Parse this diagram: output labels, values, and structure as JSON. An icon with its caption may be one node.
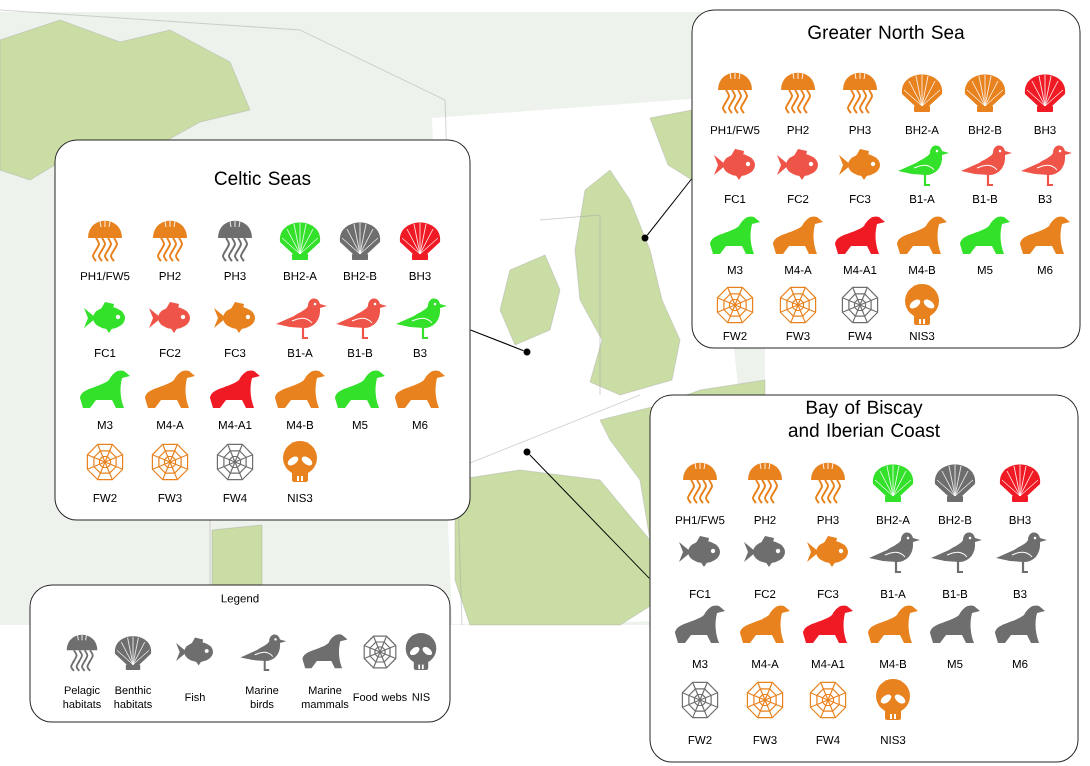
{
  "diagram": {
    "nodes": [
      {
        "text": [
          "Greater North Sea"
        ]
      },
      {
        "text": [
          "PH1/FW5"
        ],
        "in": 0
      },
      {
        "text": [
          "PH2"
        ],
        "in": 0
      },
      {
        "text": [
          "PH3"
        ],
        "in": 0
      },
      {
        "text": [
          "BH2-A"
        ],
        "in": 0
      },
      {
        "text": [
          "BH2-B"
        ],
        "in": 0
      },
      {
        "text": [
          "BH3"
        ],
        "in": 0
      },
      {
        "text": [
          "FC1"
        ],
        "in": 0
      },
      {
        "text": [
          "FC2"
        ],
        "in": 0
      },
      {
        "text": [
          "FC3"
        ],
        "in": 0
      },
      {
        "text": [
          "B1-A"
        ],
        "in": 0
      },
      {
        "text": [
          "B1-B"
        ],
        "in": 0
      },
      {
        "text": [
          "B3"
        ],
        "in": 0
      },
      {
        "text": [
          "M3"
        ],
        "in": 0
      },
      {
        "text": [
          "M4-A"
        ],
        "in": 0
      },
      {
        "text": [
          "M4-A1"
        ],
        "in": 0
      },
      {
        "text": [
          "M4-B"
        ],
        "in": 0
      },
      {
        "text": [
          "M5"
        ],
        "in": 0
      },
      {
        "text": [
          "M6"
        ],
        "in": 0
      },
      {
        "text": [
          "FW2"
        ],
        "in": 0
      },
      {
        "text": [
          "FW3"
        ],
        "in": 0
      },
      {
        "text": [
          "FW4"
        ],
        "in": 0
      },
      {
        "text": [
          "NIS3"
        ],
        "in": 0
      },
      {
        "text": [
          "Celtic Seas"
        ]
      },
      {
        "text": [
          "PH1/FW5"
        ],
        "in": 23
      },
      {
        "text": [
          "PH2"
        ],
        "in": 23
      },
      {
        "text": [
          "PH3"
        ],
        "in": 23
      },
      {
        "text": [
          "BH2-A"
        ],
        "in": 23
      },
      {
        "text": [
          "BH2-B"
        ],
        "in": 23
      },
      {
        "text": [
          "BH3"
        ],
        "in": 23
      },
      {
        "text": [
          "FC1"
        ],
        "in": 23
      },
      {
        "text": [
          "FC2"
        ],
        "in": 23
      },
      {
        "text": [
          "FC3"
        ],
        "in": 23
      },
      {
        "text": [
          "B1-A"
        ],
        "in": 23
      },
      {
        "text": [
          "B1-B"
        ],
        "in": 23
      },
      {
        "text": [
          "B3"
        ],
        "in": 23
      },
      {
        "text": [
          "M3"
        ],
        "in": 23
      },
      {
        "text": [
          "M4-A"
        ],
        "in": 23
      },
      {
        "text": [
          "M4-A1"
        ],
        "in": 23
      },
      {
        "text": [
          "M4-B"
        ],
        "in": 23
      },
      {
        "text": [
          "M5"
        ],
        "in": 23
      },
      {
        "text": [
          "M6"
        ],
        "in": 23
      },
      {
        "text": [
          "FW2"
        ],
        "in": 23
      },
      {
        "text": [
          "FW3"
        ],
        "in": 23
      },
      {
        "text": [
          "FW4"
        ],
        "in": 23
      },
      {
        "text": [
          "NIS3"
        ],
        "in": 23
      },
      {
        "text": [
          "Bay of Biscay and Iberian Coast"
        ]
      },
      {
        "text": [
          "PH1/FW5"
        ],
        "in": 46
      },
      {
        "text": [
          "PH2"
        ],
        "in": 46
      },
      {
        "text": [
          "PH3"
        ],
        "in": 46
      },
      {
        "text": [
          "BH2-A"
        ],
        "in": 46
      },
      {
        "text": [
          "BH2-B"
        ],
        "in": 46
      },
      {
        "text": [
          "BH3"
        ],
        "in": 46
      },
      {
        "text": [
          "FC1"
        ],
        "in": 46
      },
      {
        "text": [
          "FC2"
        ],
        "in": 46
      },
      {
        "text": [
          "FC3"
        ],
        "in": 46
      },
      {
        "text": [
          "B1-A"
        ],
        "in": 46
      },
      {
        "text": [
          "B1-B"
        ],
        "in": 46
      },
      {
        "text": [
          "B3"
        ],
        "in": 46
      },
      {
        "text": [
          "M3"
        ],
        "in": 46
      },
      {
        "text": [
          "M4-A"
        ],
        "in": 46
      },
      {
        "text": [
          "M4-A1"
        ],
        "in": 46
      },
      {
        "text": [
          "M4-B"
        ],
        "in": 46
      },
      {
        "text": [
          "M5"
        ],
        "in": 46
      },
      {
        "text": [
          "M6"
        ],
        "in": 46
      },
      {
        "text": [
          "FW2"
        ],
        "in": 46
      },
      {
        "text": [
          "FW3"
        ],
        "in": 46
      },
      {
        "text": [
          "FW4"
        ],
        "in": 46
      },
      {
        "text": [
          "NIS3"
        ],
        "in": 46
      },
      {
        "text": [
          "Legend"
        ]
      },
      {
        "text": [],
        "shape": "circle"
      },
      {
        "text": [],
        "shape": "circle"
      },
      {
        "text": [],
        "shape": "circle"
      }
    ],
    "edges": [
      {
        "from": 70,
        "to": 0,
        "arrow": "none"
      },
      {
        "from": 71,
        "to": 23,
        "arrow": "none"
      },
      {
        "from": 72,
        "to": 46,
        "arrow": "none"
      }
    ],
    "legend": [
      {
        "text": "Pelagic habitats"
      },
      {
        "text": "Benthic habitats"
      },
      {
        "text": "Fish"
      },
      {
        "text": "Marine birds"
      },
      {
        "text": "Marine mammals"
      },
      {
        "text": "Food webs"
      },
      {
        "text": "NIS"
      }
    ]
  }
}
